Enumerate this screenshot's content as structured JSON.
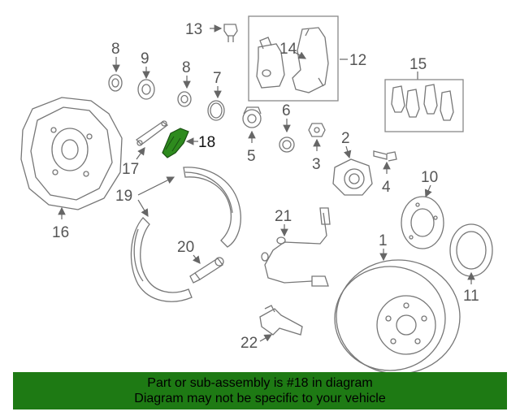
{
  "callouts": {
    "c1": "1",
    "c2": "2",
    "c3": "3",
    "c4": "4",
    "c5": "5",
    "c6": "6",
    "c7": "7",
    "c8a": "8",
    "c8b": "8",
    "c9": "9",
    "c10": "10",
    "c11": "11",
    "c12": "12",
    "c13": "13",
    "c14": "14",
    "c15": "15",
    "c16": "16",
    "c17": "17",
    "c18": "18",
    "c19": "19",
    "c20": "20",
    "c21": "21",
    "c22": "22"
  },
  "highlight_color": "#2e8b1e",
  "banner": {
    "line1": "Part or sub-assembly is #18 in diagram",
    "line2": "Diagram may not be specific to your vehicle",
    "color": "#1e7a14"
  }
}
